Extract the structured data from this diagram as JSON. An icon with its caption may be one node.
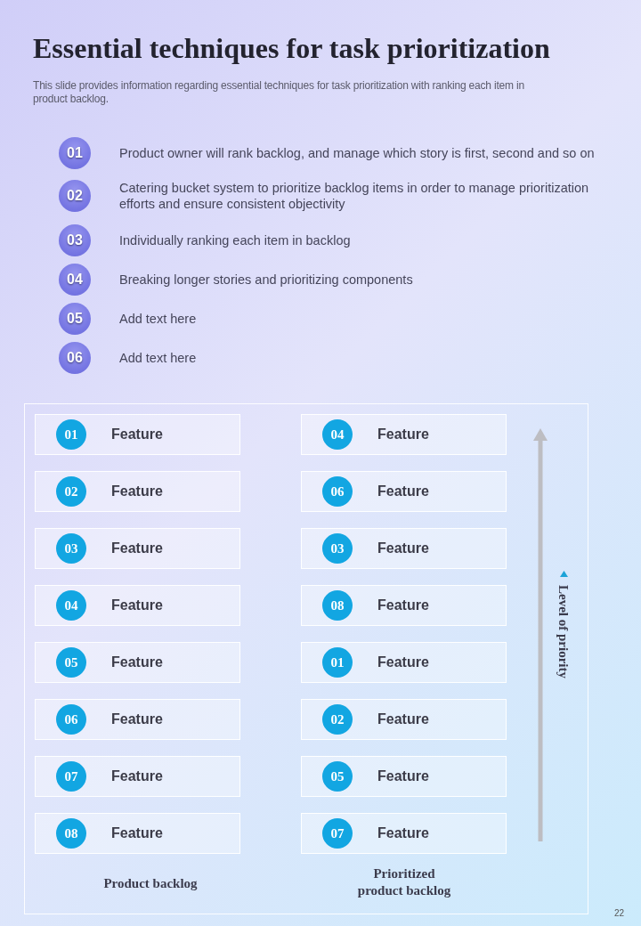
{
  "diagram": {
    "title": "Essential techniques for task prioritization",
    "nodes": [
      {
        "text": [
          "01"
        ],
        "beside": [
          "Product owner will rank backlog, and manage which story is first, second and so on"
        ]
      },
      {
        "text": [
          "02"
        ],
        "beside": [
          "Catering bucket system to prioritize backlog items in order to manage prioritization efforts and ensure consistent objectivity"
        ]
      },
      {
        "text": [
          "03"
        ],
        "beside": [
          "Individually ranking each item in backlog"
        ]
      },
      {
        "text": [
          "04"
        ],
        "beside": [
          "Breaking longer stories and prioritizing components"
        ]
      },
      {
        "text": [
          "05"
        ],
        "beside": [
          "Add text here"
        ]
      },
      {
        "text": [
          "06"
        ],
        "beside": [
          "Add text here"
        ]
      },
      {
        "text": [
          "Product backlog",
          "Prioritized product backlog",
          "Level of priority"
        ]
      },
      {
        "text": [
          "Feature"
        ],
        "in": 6
      },
      {
        "text": [
          "01"
        ],
        "in": 7
      },
      {
        "text": [
          "Feature"
        ],
        "in": 6
      },
      {
        "text": [
          "02"
        ],
        "in": 9
      },
      {
        "text": [
          "Feature"
        ],
        "in": 6
      },
      {
        "text": [
          "03"
        ],
        "in": 11
      },
      {
        "text": [
          "Feature"
        ],
        "in": 6
      },
      {
        "text": [
          "04"
        ],
        "in": 13
      },
      {
        "text": [
          "Feature"
        ],
        "in": 6
      },
      {
        "text": [
          "05"
        ],
        "in": 15
      },
      {
        "text": [
          "Feature"
        ],
        "in": 6
      },
      {
        "text": [
          "06"
        ],
        "in": 17
      },
      {
        "text": [
          "Feature"
        ],
        "in": 6
      },
      {
        "text": [
          "07"
        ],
        "in": 19
      },
      {
        "text": [
          "Feature"
        ],
        "in": 6
      },
      {
        "text": [
          "08"
        ],
        "in": 21
      },
      {
        "text": [
          "Feature"
        ],
        "in": 6
      },
      {
        "text": [
          "04"
        ],
        "in": 23
      },
      {
        "text": [
          "Feature"
        ],
        "in": 6
      },
      {
        "text": [
          "06"
        ],
        "in": 25
      },
      {
        "text": [
          "Feature"
        ],
        "in": 6
      },
      {
        "text": [
          "03"
        ],
        "in": 27
      },
      {
        "text": [
          "Feature"
        ],
        "in": 6
      },
      {
        "text": [
          "08"
        ],
        "in": 29
      },
      {
        "text": [
          "Feature"
        ],
        "in": 6
      },
      {
        "text": [
          "01"
        ],
        "in": 31
      },
      {
        "text": [
          "Feature"
        ],
        "in": 6
      },
      {
        "text": [
          "02"
        ],
        "in": 33
      },
      {
        "text": [
          "Feature"
        ],
        "in": 6
      },
      {
        "text": [
          "05"
        ],
        "in": 35
      },
      {
        "text": [
          "Feature"
        ],
        "in": 6
      },
      {
        "text": [
          "07"
        ],
        "in": 37
      }
    ],
    "labels": [
      "This slide provides information regarding essential techniques for task prioritization with ranking each item in product backlog.",
      "22"
    ]
  }
}
